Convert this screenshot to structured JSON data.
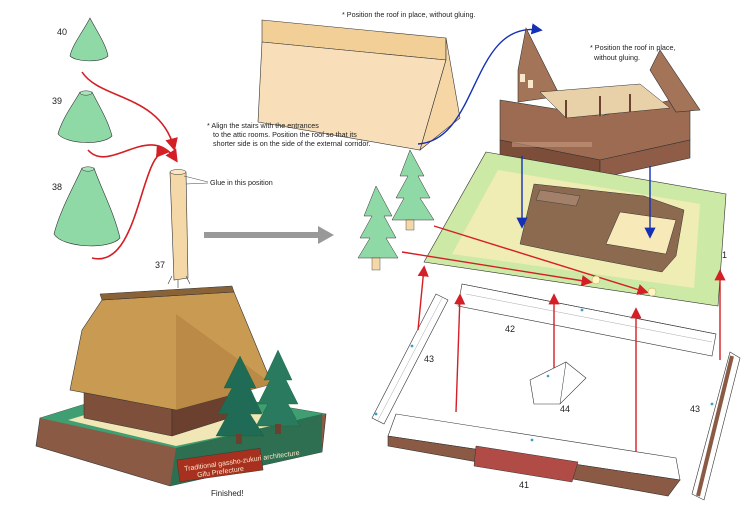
{
  "notes": {
    "roof_top": "* Position the roof in place, without gluing.",
    "roof_right_1": "* Position the roof in place,",
    "roof_right_2": "without gluing.",
    "stairs_1": "* Align the stairs with the entrances",
    "stairs_2": "to the attic rooms. Position the roof so that its",
    "stairs_3": "shorter side is on the side of the external corridor.",
    "glue": "Glue in this position",
    "finished": "Finished!"
  },
  "parts": {
    "p40": "40",
    "p39": "39",
    "p38": "38",
    "p37": "37",
    "p1": "1",
    "p42": "42",
    "p43a": "43",
    "p43b": "43",
    "p44": "44",
    "p41": "41"
  },
  "plaque": {
    "line1": "Traditional gassho-zukuri architecture",
    "line2": "Gifu Prefecture"
  },
  "colors": {
    "tree": "#8fd9a6",
    "roof_paper": "#f7dfb8",
    "wall_brown": "#8a5a45",
    "grass": "#cfe9b0",
    "arrow_red": "#d31f25",
    "arrow_blue": "#1530b5",
    "arrow_grey": "#999999"
  }
}
